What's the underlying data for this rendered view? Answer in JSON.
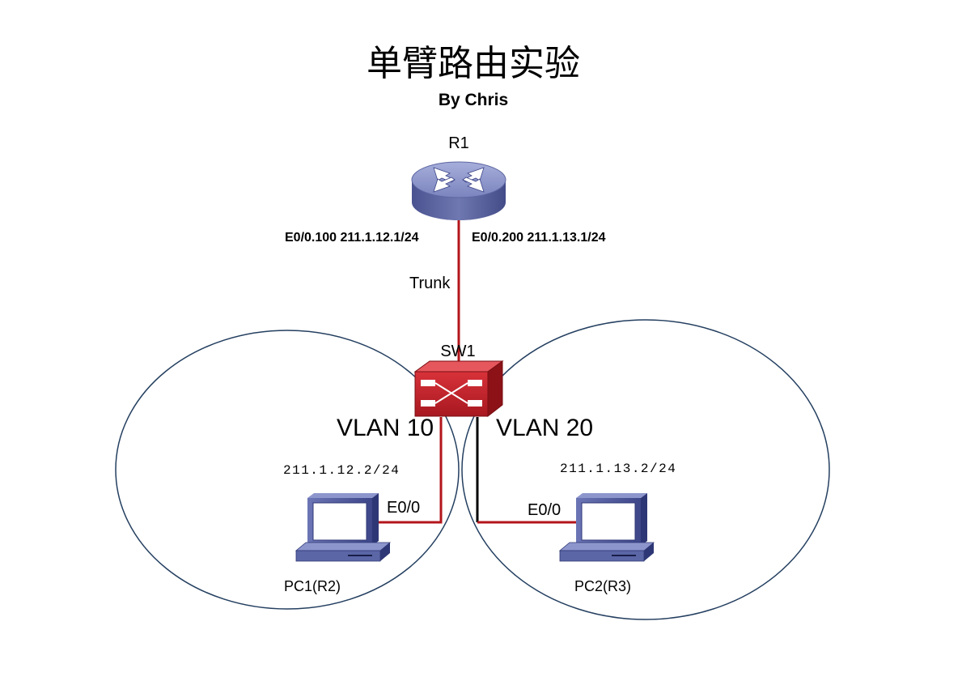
{
  "title": "单臂路由实验",
  "subtitle": "By Chris",
  "router": {
    "name": "R1",
    "subif_left": "E0/0.100 211.1.12.1/24",
    "subif_right": "E0/0.200 211.1.13.1/24",
    "link_label": "Trunk"
  },
  "switch": {
    "name": "SW1"
  },
  "vlans": [
    {
      "label": "VLAN 10",
      "ip": "211.1.12.2/24",
      "port": "E0/0",
      "host": "PC1(R2)"
    },
    {
      "label": "VLAN 20",
      "ip": "211.1.13.2/24",
      "port": "E0/0",
      "host": "PC2(R3)"
    }
  ],
  "colors": {
    "link": "#b3151b",
    "link_black": "#000000",
    "ellipse": "#243f60",
    "router_body": "#6f78b0",
    "switch_body": "#c8202a",
    "pc_body": "#5b66a6"
  }
}
